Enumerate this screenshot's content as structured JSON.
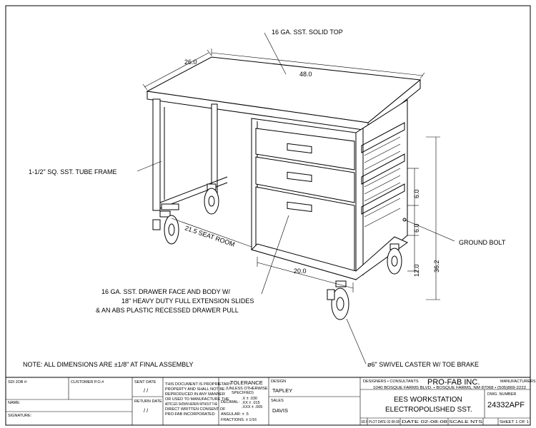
{
  "callouts": {
    "top": "16 GA. SST. SOLID TOP",
    "frame": "1-1/2\" SQ. SST. TUBE FRAME",
    "ground_bolt": "GROUND BOLT",
    "drawer_1": "16 GA. SST. DRAWER FACE AND BODY W/",
    "drawer_2": "18\" HEAVY DUTY FULL EXTENSION SLIDES",
    "drawer_3": "& AN ABS PLASTIC RECESSED DRAWER PULL",
    "caster": "ø6\" SWIVEL CASTER W/ TOE BRAKE",
    "note": "NOTE: ALL DIMENSIONS ARE ±1/8\" AT FINAL ASSEMBLY"
  },
  "dimensions": {
    "depth": "26.0",
    "width": "48.0",
    "seat_room": "21.5 SEAT ROOM",
    "cabinet_width": "20.0",
    "drawer_h1": "6.0",
    "drawer_h2": "6.0",
    "drawer_h3": "12.0",
    "overall_height": "36.2"
  },
  "title_block": {
    "sdi_job": "SDI JOB #:",
    "customer_po": "CUSTOMER P.O.#",
    "sent_date": "SENT DATE",
    "sent_date_value": "/ /",
    "name": "NAME:",
    "signature": "SIGNATURE:",
    "return_date": "RETURN DATE",
    "return_date_value": "/ /",
    "proprietary": [
      "THIS DOCUMENT IS PROPRIETARY",
      "PROPERTY AND SHALL NOT BE",
      "REPRODUCED IN ANY MANNER",
      "OR USED TO MANUFACTURE THE",
      "ARTICLES SHOWN HEREIN WITHOUT THE",
      "DIRECT WRITTEN CONSENT OF",
      "PRO-FAB INCORPORATED"
    ],
    "tolerance_title": "TOLERANCE",
    "tolerance_sub1": "(UNLESS OTHERWISE",
    "tolerance_sub2": "SPECIFIED)",
    "decimal_label": "DECIMAL:",
    "decimal_rows": [
      ".X ± .030",
      ".XX ± .015",
      ".XXX ± .005"
    ],
    "angular": "ANGULAR:  ± .5",
    "fractions": "FRACTIONS:  ± 1/16",
    "design_label": "DESIGN",
    "design_value": "TAPLEY",
    "sales_label": "SALES",
    "sales_value": "DAVIS",
    "designers": "DESIGNERS • CONSULTANTS",
    "manufacturers": "MANUFACTURERS",
    "company": "PRO-FAB INC.",
    "address": "1040 BOSQUE FARMS BLVD. • BOSQUE FARMS, NM 87068 • (505)869-2222",
    "title_1": "EES WORKSTATION",
    "title_2": "ELECTROPOLISHED SST.",
    "dwg_label": "DWG. NUMBER",
    "dwg_number": "24332APF",
    "size": "SIZE B",
    "plot_date": "PLOT DATE 02-08-08",
    "date": "DATE 02-08-08",
    "scale": "SCALE NTS",
    "sheet": "SHEET 1 OF 1"
  }
}
